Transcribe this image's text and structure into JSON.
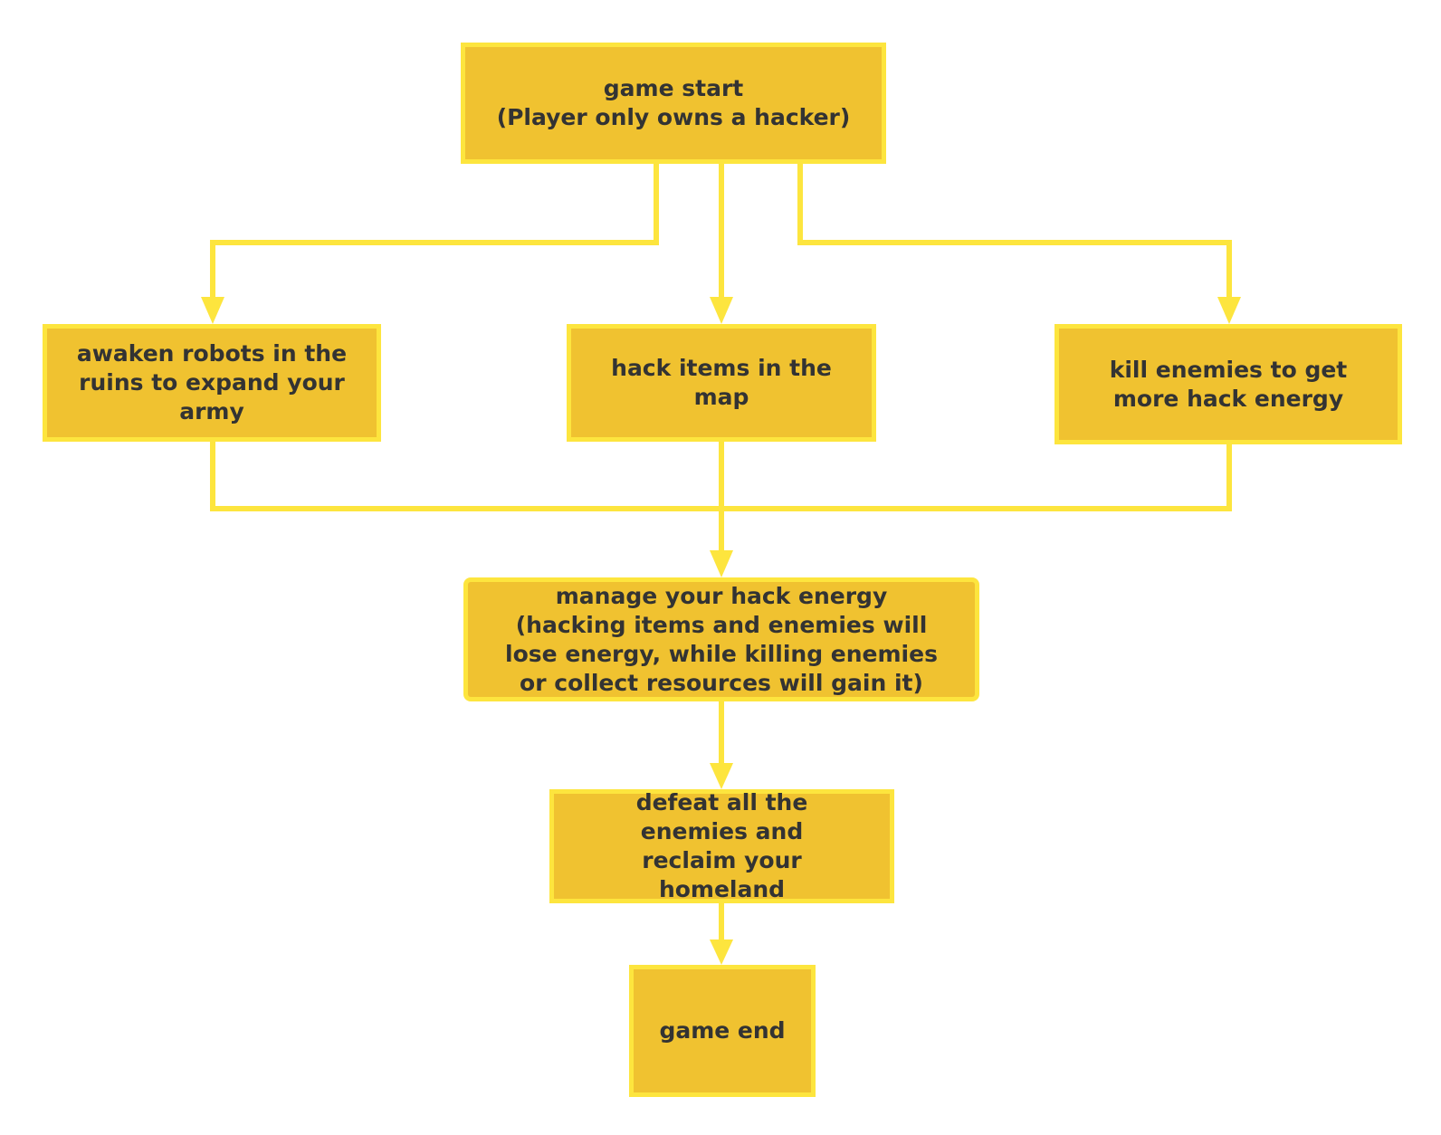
{
  "colors": {
    "box_fill": "#f0c230",
    "box_border": "#fde53e",
    "connector": "#fde53e",
    "text": "#333333",
    "background": "#ffffff"
  },
  "nodes": {
    "start": "game start\n(Player only owns a hacker)",
    "awaken": "awaken robots in the ruins to expand your army",
    "hack_items": "hack items in the map",
    "kill_enemies": "kill enemies to get more hack energy",
    "manage": "manage your hack energy (hacking items and enemies will lose energy, while killing enemies or collect resources will gain it)",
    "defeat": "defeat all the enemies and reclaim your homeland",
    "end": "game end"
  },
  "edges": [
    {
      "from": "start",
      "to": "awaken"
    },
    {
      "from": "start",
      "to": "hack_items"
    },
    {
      "from": "start",
      "to": "kill_enemies"
    },
    {
      "from": "awaken",
      "to": "manage"
    },
    {
      "from": "hack_items",
      "to": "manage"
    },
    {
      "from": "kill_enemies",
      "to": "manage"
    },
    {
      "from": "manage",
      "to": "defeat"
    },
    {
      "from": "defeat",
      "to": "end"
    }
  ]
}
